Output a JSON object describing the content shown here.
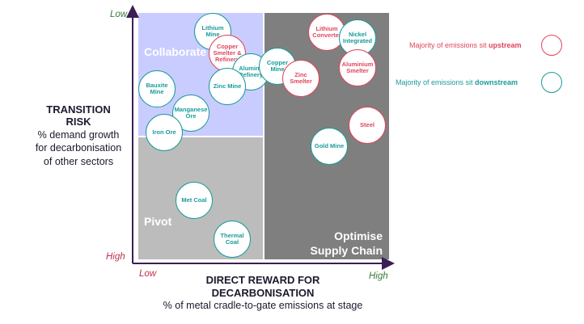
{
  "colors": {
    "upstream": "#e0455c",
    "downstream": "#1a9b9b",
    "collaborate_bg": "#c9ccff",
    "pivot_bg": "#bcbcbc",
    "optimise_bg": "#7f7f7f",
    "axis": "#3b1e55",
    "low_high_red": "#c0304a",
    "low_high_green": "#3a7a3a"
  },
  "quadrants": {
    "collaborate": "Collaborate",
    "pivot": "Pivot",
    "optimise_line1": "Optimise",
    "optimise_line2": "Supply Chain"
  },
  "y_axis": {
    "low": "Low",
    "high": "High",
    "title_line1": "TRANSITION",
    "title_line2": "RISK",
    "subtitle": "% demand growth for decarbonisation of other sectors"
  },
  "x_axis": {
    "low": "Low",
    "high": "High",
    "title_line1": "DIRECT REWARD FOR",
    "title_line2": "DECARBONISATION",
    "subtitle": "% of metal cradle-to-gate emissions at stage"
  },
  "legend": {
    "upstream_prefix": "Majority of emissions sit ",
    "upstream_bold": "upstream",
    "downstream_prefix": "Majority of emissions sit ",
    "downstream_bold": "downstream"
  },
  "bubbles": [
    {
      "label": "Lithium Mine",
      "type": "downstream"
    },
    {
      "label": "Copper Smelter & Refinery",
      "type": "upstream"
    },
    {
      "label": "Bauxite Mine",
      "type": "downstream"
    },
    {
      "label": "Alumina Refinery",
      "type": "downstream"
    },
    {
      "label": "Zinc Mine",
      "type": "downstream"
    },
    {
      "label": "Copper Mine",
      "type": "downstream"
    },
    {
      "label": "Manganese Ore",
      "type": "downstream"
    },
    {
      "label": "Iron Ore",
      "type": "downstream"
    },
    {
      "label": "Lithium Converter",
      "type": "upstream"
    },
    {
      "label": "Nickel Integrated",
      "type": "downstream"
    },
    {
      "label": "Aluminium Smelter",
      "type": "upstream"
    },
    {
      "label": "Zinc Smelter",
      "type": "upstream"
    },
    {
      "label": "Steel",
      "type": "upstream"
    },
    {
      "label": "Gold Mine",
      "type": "downstream"
    },
    {
      "label": "Met Coal",
      "type": "downstream"
    },
    {
      "label": "Thermal Coal",
      "type": "downstream"
    }
  ]
}
